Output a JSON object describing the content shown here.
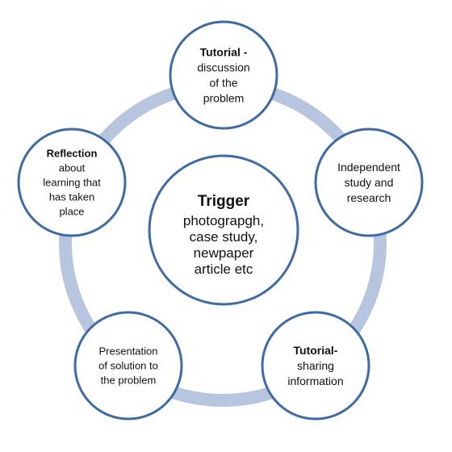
{
  "colors": {
    "ring": "#b7c6de",
    "circle_stroke": "#3e6aa6",
    "circle_fill": "#ffffff",
    "text": "#111111"
  },
  "center": {
    "title": "Trigger",
    "lines": [
      "photograpgh,",
      "case study,",
      "newpaper",
      "article etc"
    ]
  },
  "stages": [
    {
      "id": "tutorial-discussion",
      "lines": [
        "Tutorial -",
        "discussion",
        "of the",
        "problem"
      ],
      "bold_lines": 1
    },
    {
      "id": "independent-study",
      "lines": [
        "Independent",
        "study  and",
        "research"
      ],
      "bold_lines": 0
    },
    {
      "id": "tutorial-sharing",
      "lines": [
        "Tutorial-",
        "sharing",
        "information"
      ],
      "bold_lines": 1
    },
    {
      "id": "presentation",
      "lines": [
        "Presentation",
        "of solution to",
        "the problem"
      ],
      "bold_lines": 0
    },
    {
      "id": "reflection",
      "lines": [
        "Reflection",
        "about",
        "learning  that",
        "has taken",
        "place"
      ],
      "bold_lines": 1
    }
  ]
}
